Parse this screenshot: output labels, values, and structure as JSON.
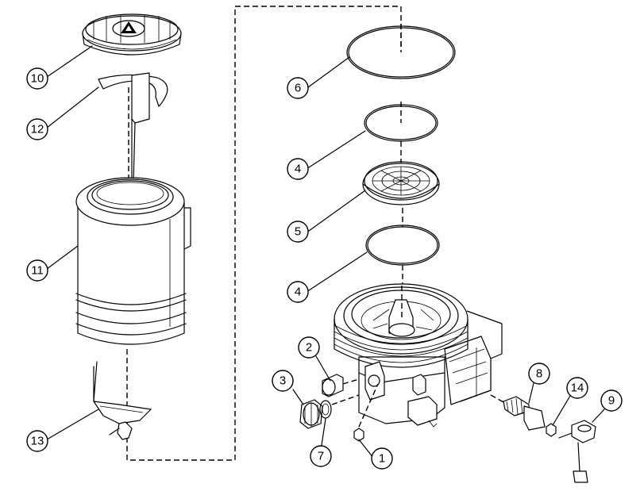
{
  "diagram": {
    "callouts": [
      {
        "id": "c10",
        "label": "10"
      },
      {
        "id": "c12",
        "label": "12"
      },
      {
        "id": "c11",
        "label": "11"
      },
      {
        "id": "c13",
        "label": "13"
      },
      {
        "id": "c6",
        "label": "6"
      },
      {
        "id": "c4a",
        "label": "4"
      },
      {
        "id": "c5",
        "label": "5"
      },
      {
        "id": "c4b",
        "label": "4"
      },
      {
        "id": "c2",
        "label": "2"
      },
      {
        "id": "c3",
        "label": "3"
      },
      {
        "id": "c7",
        "label": "7"
      },
      {
        "id": "c1",
        "label": "1"
      },
      {
        "id": "c8",
        "label": "8"
      },
      {
        "id": "c14",
        "label": "14"
      },
      {
        "id": "c9",
        "label": "9"
      }
    ]
  }
}
